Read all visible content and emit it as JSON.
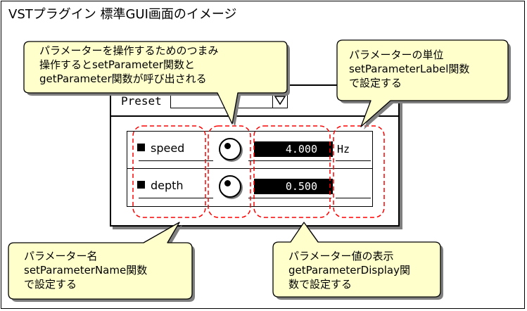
{
  "title": "VSTプラグイン 標準GUI画面のイメージ",
  "plugin": {
    "preset_label": "Preset",
    "params": [
      {
        "name": "speed",
        "value": "4.000",
        "unit": "Hz"
      },
      {
        "name": "depth",
        "value": "0.500",
        "unit": ""
      }
    ]
  },
  "callouts": {
    "knob": [
      "パラメーターを操作するためのつまみ",
      "操作するとsetParameter関数と",
      "getParameter関数が呼び出される"
    ],
    "unit": [
      "パラメーターの単位",
      "setParameterLabel関数",
      "で設定する"
    ],
    "name": [
      "パラメーター名",
      "setParameterName関数",
      "で設定する"
    ],
    "display": [
      "パラメーター値の表示",
      "getParameterDisplay関",
      "数で設定する"
    ]
  },
  "colors": {
    "callout_fill": "#ffffcc",
    "callout_border": "#000000",
    "highlight_dash": "#ff0000",
    "value_bg": "#000000"
  },
  "icons": {
    "preset_dropdown": "triangle-down",
    "knob": "rotary-knob",
    "param_marker": "black-square"
  }
}
